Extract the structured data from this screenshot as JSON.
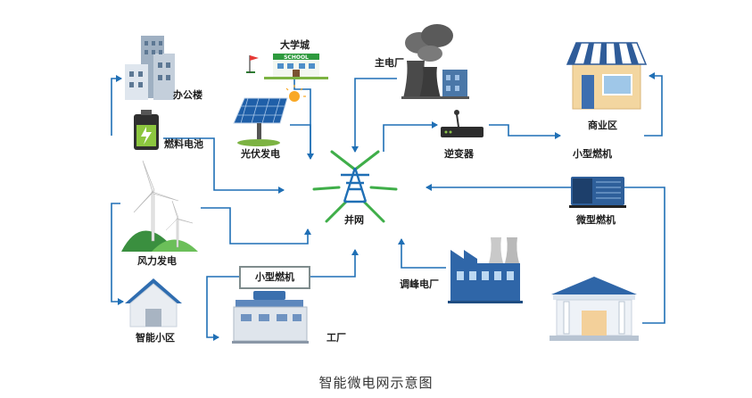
{
  "labels": {
    "office": "办公楼",
    "university": "大学城",
    "school_sign": "SCHOOL",
    "fuel_cell": "燃料电池",
    "pv": "光伏发电",
    "wind": "风力发电",
    "smart_community": "智能小区",
    "main_plant": "主电厂",
    "inverter": "逆变器",
    "commercial": "商业区",
    "small_gas_turbine_right": "小型燃机",
    "micro_turbine": "微型燃机",
    "grid": "并网",
    "peak_plant": "调峰电厂",
    "small_gas_turbine_box": "小型燃机",
    "factory": "工厂"
  },
  "caption": "智能微电网示意图",
  "colors": {
    "arrow": "#1f6fb5",
    "grid_green": "#3fae49",
    "tower_blue": "#1f6fb5",
    "caption_text": "#333333"
  }
}
